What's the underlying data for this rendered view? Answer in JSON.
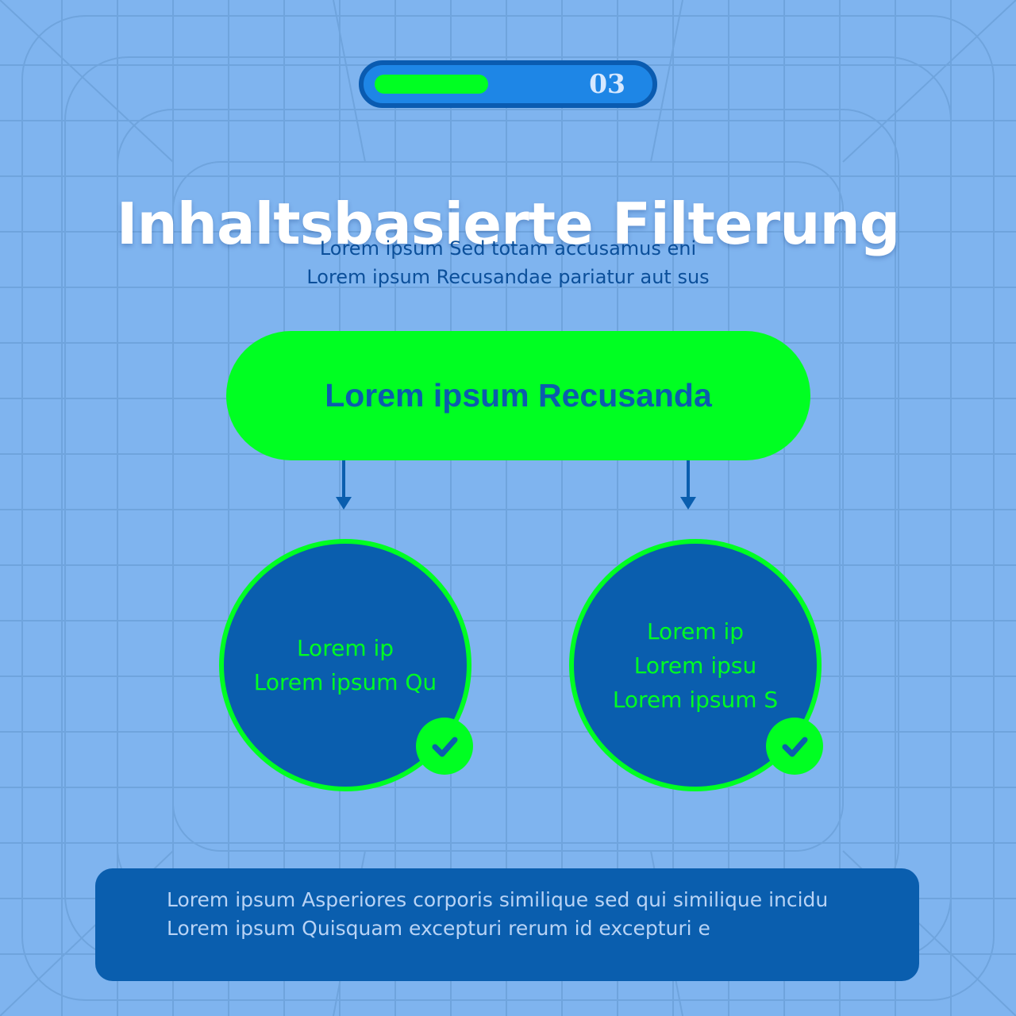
{
  "progress": {
    "number": "03",
    "fill_fraction": 0.62,
    "fill_color": "#00ff22",
    "track_color": "#1e86e6"
  },
  "title": "Inhaltsbasierte Filterung",
  "subtitle": [
    "Lorem ipsum Sed totam accusamus eni",
    "Lorem ipsum Recusandae pariatur aut sus"
  ],
  "main_node": {
    "label": "Lorem ipsum Recusanda",
    "color": "#00ff22"
  },
  "left_node": {
    "lines": [
      "Lorem ip",
      "Lorem ipsum Qu"
    ],
    "icon": "check-icon"
  },
  "right_node": {
    "lines": [
      "Lorem ip",
      "Lorem ipsu",
      "Lorem ipsum S"
    ],
    "icon": "check-icon"
  },
  "bottom_box": {
    "lines": [
      "Lorem ipsum Asperiores corporis similique sed qui similique incidu",
      "Lorem ipsum Quisquam excepturi rerum id excepturi e"
    ]
  },
  "colors": {
    "background": "#7fb4ef",
    "dark_blue": "#0a5eae",
    "accent_green": "#00ff22",
    "title_white": "#ffffff"
  }
}
